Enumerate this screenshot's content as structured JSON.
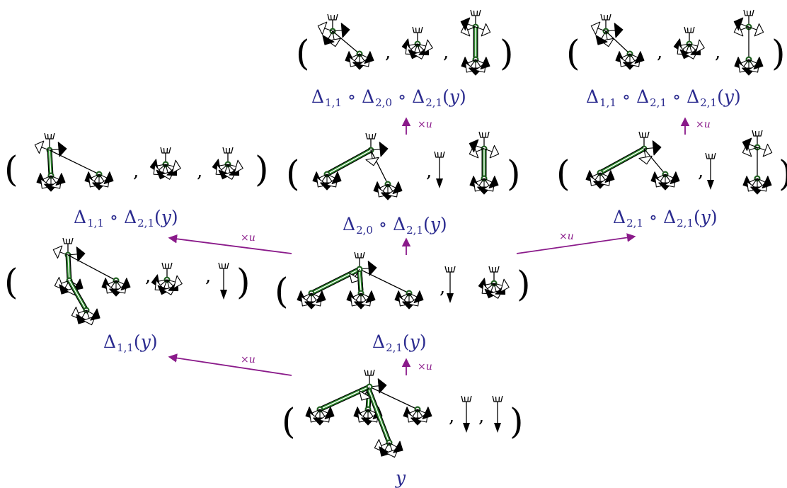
{
  "labels": {
    "d11_d20_d21": {
      "d1": "1,1",
      "d2": "2,0",
      "d3": "2,1",
      "arg": "y"
    },
    "d11_d21_d21": {
      "d1": "1,1",
      "d2": "2,1",
      "d3": "2,1",
      "arg": "y"
    },
    "d11_d21": {
      "d1": "1,1",
      "d2": "2,1",
      "arg": "y"
    },
    "d20_d21": {
      "d1": "2,0",
      "d2": "2,1",
      "arg": "y"
    },
    "d21_d21": {
      "d1": "2,1",
      "d2": "2,1",
      "arg": "y"
    },
    "d11": {
      "d1": "1,1",
      "arg": "y"
    },
    "d21": {
      "d1": "2,1",
      "arg": "y"
    },
    "y": {
      "arg": "y"
    }
  },
  "arrow_label": "×u",
  "colors": {
    "label": "#2b2b8f",
    "arrow": "#8a1a8a",
    "highlight": "#2e8b2e",
    "node_ring": "#1f5f1f"
  }
}
